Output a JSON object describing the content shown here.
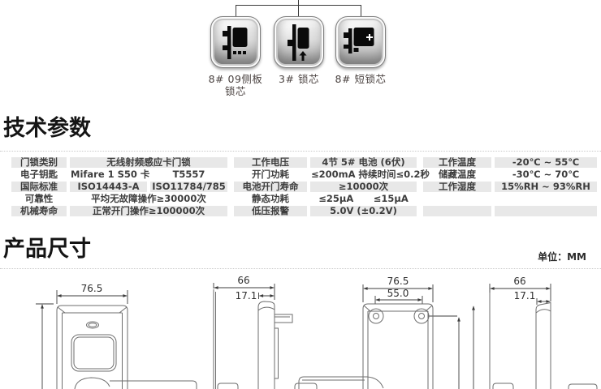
{
  "colors": {
    "table_row_alt": "#e8e8e8",
    "table_text": "#3d3d3d",
    "drawing_line": "#6e6e6e",
    "connector_line": "#3c3c3c",
    "icon_label_text": "#4a4240"
  },
  "top_diagram": {
    "items": [
      {
        "label_line1": "8# 09侧板",
        "label_line2": "锁芯"
      },
      {
        "label_line1": "3# 锁芯",
        "label_line2": ""
      },
      {
        "label_line1": "8# 短锁芯",
        "label_line2": ""
      }
    ]
  },
  "tech_section": {
    "title": "技术参数"
  },
  "spec_tables": {
    "left": {
      "rows": [
        {
          "label": "门锁类别",
          "value": "无线射频感应卡门锁"
        },
        {
          "label": "电子钥匙",
          "value1": "Mifare 1 S50 卡",
          "value2": "T5557"
        },
        {
          "label": "国际标准",
          "value1": "ISO14443-A",
          "value2": "ISO11784/785"
        },
        {
          "label": "可靠性",
          "value": "平均无故障操作≥30000次"
        },
        {
          "label": "机械寿命",
          "value": "正常开门操作≥100000次"
        }
      ]
    },
    "middle": {
      "rows": [
        {
          "label": "工作电压",
          "value": "4节 5# 电池 (6伏)"
        },
        {
          "label": "开门功耗",
          "value": "≤200mA 持续时间≤0.2秒"
        },
        {
          "label": "电池开门寿命",
          "value": "≥10000次"
        },
        {
          "label": "静态功耗",
          "value1": "≤25μA",
          "value2": "≤15μA"
        },
        {
          "label": "低压报警",
          "value": "5.0V (±0.2V)"
        }
      ]
    },
    "right": {
      "rows": [
        {
          "label": "工作温度",
          "value": "-20℃ ~ 55℃"
        },
        {
          "label": "储藏温度",
          "value": "-30℃ ~ 70℃"
        },
        {
          "label": "工作湿度",
          "value": "15%RH ~ 93%RH"
        },
        {
          "label": "",
          "value": ""
        },
        {
          "label": "",
          "value": ""
        }
      ]
    }
  },
  "dims_section": {
    "title": "产品尺寸",
    "unit": "单位：MM"
  },
  "drawings": {
    "front": {
      "width": "76.5"
    },
    "side_a": {
      "depth": "66",
      "panel_depth": "17.1"
    },
    "rear": {
      "width": "76.5",
      "hole_spacing": "55.0"
    },
    "side_b": {
      "depth": "66",
      "panel_depth": "17.1"
    }
  }
}
